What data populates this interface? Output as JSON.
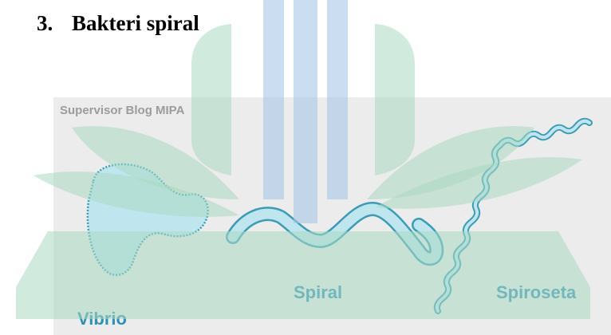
{
  "heading": {
    "number": "3.",
    "title": "Bakteri spiral"
  },
  "figure": {
    "credit": "Supervisor Blog MIPA",
    "labels": {
      "vibrio": "Vibrio",
      "spiral": "Spiral",
      "spiroseta": "Spiroseta"
    },
    "colors": {
      "background": "#ececec",
      "cell_fill": "#bfe6ef",
      "cell_outline": "#3a9db5",
      "label": "#2d8fb5"
    }
  },
  "watermark": {
    "colors": {
      "green": "#a9d8c1",
      "blue": "#a8c7e6"
    }
  }
}
